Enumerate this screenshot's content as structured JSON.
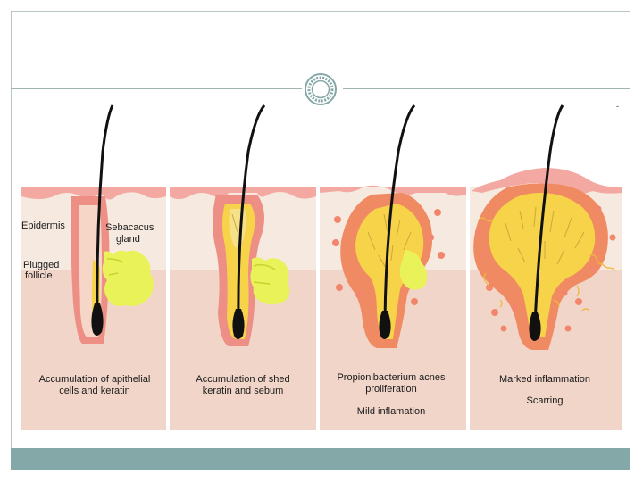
{
  "slide": {
    "title": "",
    "accent": "#84a7a8",
    "corner_mark": "-"
  },
  "diagram": {
    "labels": {
      "epidermis": "Epidermis",
      "sebaceous_line1": "Sebacacus",
      "sebaceous_line2": "gland",
      "plugged_line1": "Plugged",
      "plugged_line2": "follicle"
    },
    "panels": [
      {
        "caption_line1": "Accumulation of apithelial",
        "caption_line2": "cells and keratin",
        "caption_line3": ""
      },
      {
        "caption_line1": "Accumulation of shed",
        "caption_line2": "keratin and sebum",
        "caption_line3": ""
      },
      {
        "caption_line1": "Propionibacterium acnes",
        "caption_line2": "proliferation",
        "caption_line3": "Mild inflamation"
      },
      {
        "caption_line1": "Marked inflammation",
        "caption_line2": "",
        "caption_line3": "Scarring"
      }
    ],
    "colors": {
      "skin_upper": "#f6e9df",
      "skin_lower": "#f0d5c8",
      "epidermis": "#f3a9a2",
      "follicle": "#ee8f86",
      "sebum": "#eaf25a",
      "keratin": "#f7d34a",
      "inflammation": "#f08a62",
      "bacteria": "#f2866c",
      "hair": "#111111"
    }
  }
}
